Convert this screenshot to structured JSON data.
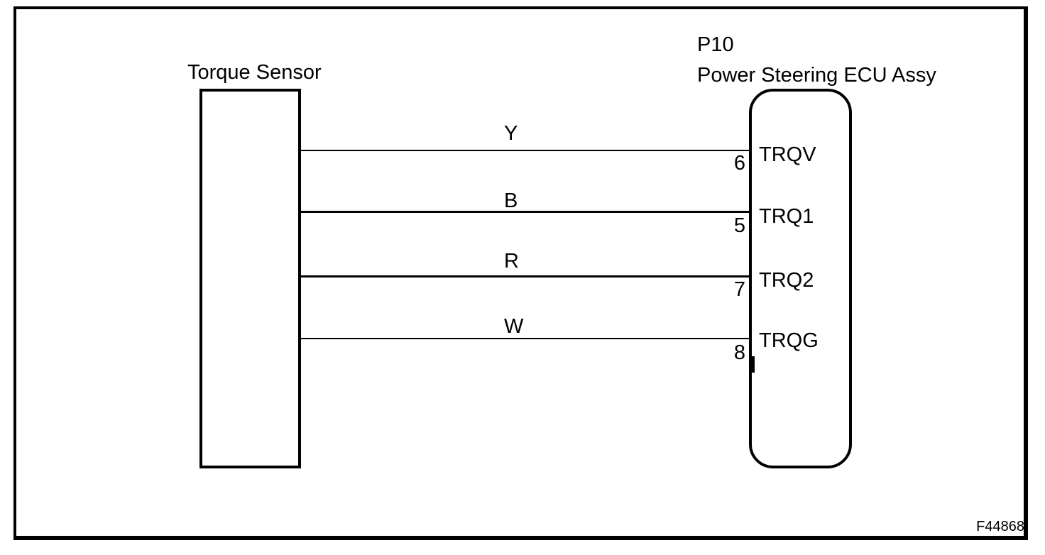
{
  "diagram": {
    "left_component": {
      "label": "Torque Sensor"
    },
    "right_component": {
      "connector_id": "P10",
      "label": "Power Steering ECU Assy"
    },
    "wires": [
      {
        "color_code": "Y",
        "pin": "6",
        "terminal": "TRQV"
      },
      {
        "color_code": "B",
        "pin": "5",
        "terminal": "TRQ1"
      },
      {
        "color_code": "R",
        "pin": "7",
        "terminal": "TRQ2"
      },
      {
        "color_code": "W",
        "pin": "8",
        "terminal": "TRQG"
      }
    ],
    "figure_code": "F44868",
    "colors": {
      "line": "#000000",
      "background": "#ffffff"
    }
  }
}
